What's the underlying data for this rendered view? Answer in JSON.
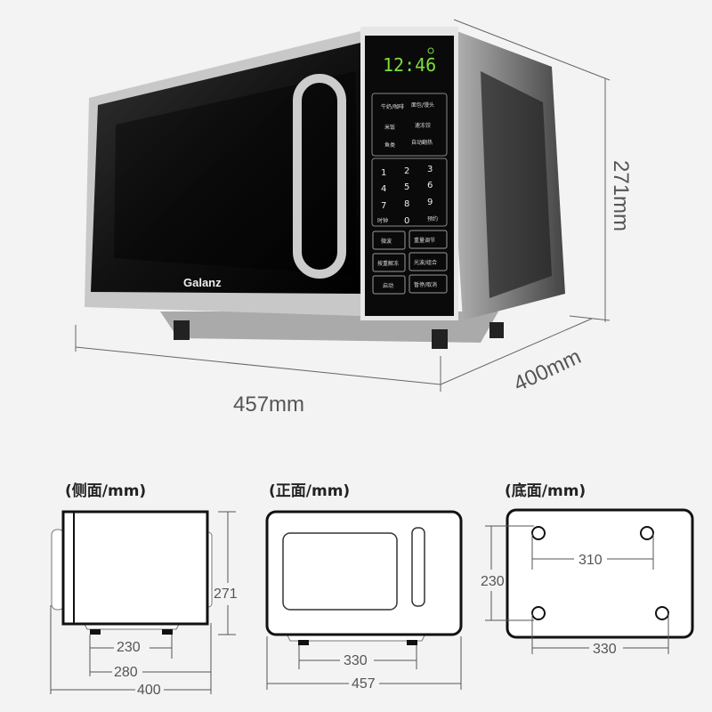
{
  "product": {
    "brand": "Galanz",
    "display_time": "12:46",
    "panel_presets": [
      "牛奶/咖啡",
      "面包/馒头",
      "米饭",
      "速冻饺",
      "鱼类",
      "自动翻热"
    ],
    "keypad": [
      "1",
      "2",
      "3",
      "4",
      "5",
      "6",
      "7",
      "8",
      "9",
      "时钟",
      "0",
      "预约"
    ],
    "buttons": [
      "微波",
      "重量调节",
      "按重解冻",
      "光波/组合",
      "启动",
      "暂停/取消"
    ]
  },
  "dimensions": {
    "width": "457mm",
    "height": "271mm",
    "depth": "400mm"
  },
  "views": {
    "side": {
      "title": "(侧面/mm)",
      "height": "271",
      "feet": "230",
      "base": "280",
      "depth": "400"
    },
    "front": {
      "title": "(正面/mm)",
      "feet": "330",
      "width": "457"
    },
    "bottom": {
      "title": "(底面/mm)",
      "depth_spacing": "230",
      "back_spacing": "310",
      "front_spacing": "330"
    }
  }
}
